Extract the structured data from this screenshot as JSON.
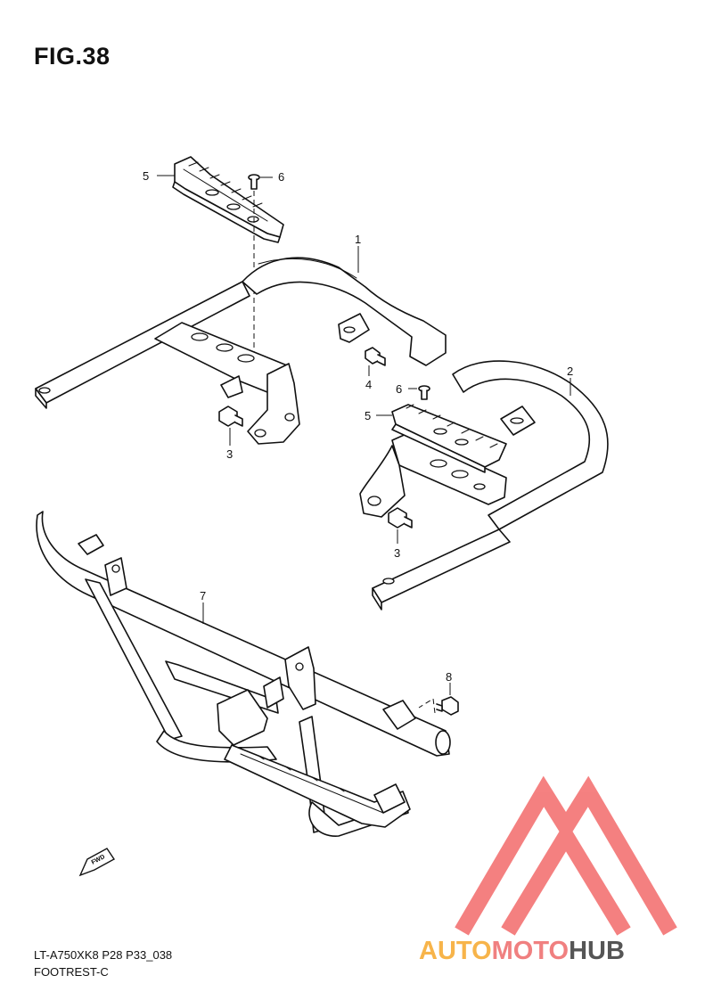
{
  "figure": {
    "title": "FIG.38",
    "model_code": "LT-A750XK8 P28 P33_038",
    "section_name": "FOOTREST-C"
  },
  "callouts": {
    "c1": "1",
    "c2": "2",
    "c3a": "3",
    "c3b": "3",
    "c4": "4",
    "c5a": "5",
    "c5b": "5",
    "c6a": "6",
    "c6b": "6",
    "c7": "7",
    "c8": "8"
  },
  "fwd_marker": "FWD",
  "watermark": {
    "part1": "AUTO",
    "part2": "MOTO",
    "part3": "HUB",
    "colors": {
      "auto": "#f7b44a",
      "moto": "#f08080",
      "hub": "#555555",
      "logo": "#f36b6b"
    }
  }
}
